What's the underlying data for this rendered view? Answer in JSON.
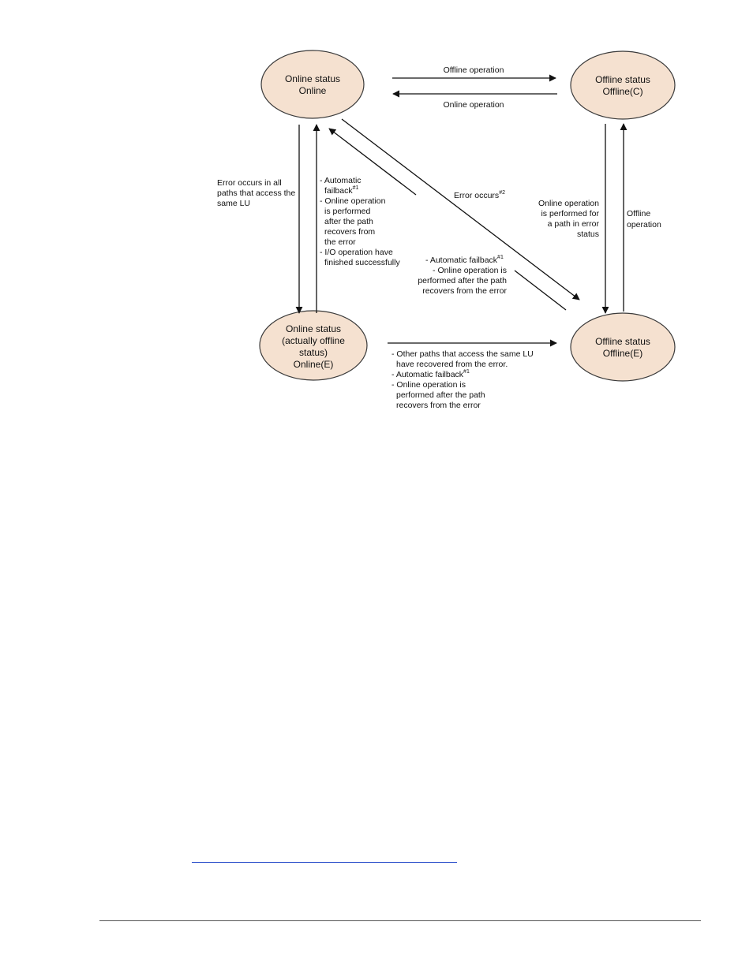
{
  "nodes": {
    "online": {
      "lines": [
        "Online status",
        "Online"
      ]
    },
    "offline_c": {
      "lines": [
        "Offline status",
        "Offline(C)"
      ]
    },
    "online_e": {
      "lines": [
        "Online status",
        "(actually offline",
        "status)",
        "Online(E)"
      ]
    },
    "offline_e": {
      "lines": [
        "Offline status",
        "Offline(E)"
      ]
    }
  },
  "edges": {
    "online_to_offline_c": {
      "label": "Offline operation"
    },
    "offline_c_to_online": {
      "label": "Online operation"
    },
    "online_to_online_e": {
      "lines": [
        "Error occurs in all",
        "paths that access the",
        "same LU"
      ]
    },
    "online_e_to_online": {
      "lines": [
        "- Automatic",
        "failback",
        "- Online operation",
        "is performed",
        "after the path",
        "recovers from",
        "the error",
        "- I/O operation have",
        "finished successfully"
      ],
      "sup": "#1"
    },
    "online_to_offline_e": {
      "label": "Error occurs",
      "sup": "#2"
    },
    "offline_e_to_online": {
      "lines": [
        "- Automatic failback",
        "- Online operation is",
        "performed after the path",
        "recovers from the error"
      ],
      "sup": "#1"
    },
    "offline_e_to_offline_c": {
      "lines": [
        "Offline",
        "operation"
      ]
    },
    "offline_c_to_offline_e": {
      "lines": [
        "Online operation",
        "is performed for",
        "a path in error",
        "status"
      ]
    },
    "online_e_to_offline_e": {
      "lines": [
        "- Other paths that access the  same LU",
        "have recovered from the error.",
        "- Automatic failback",
        "- Online operation is",
        "performed after the path",
        "recovers from the error"
      ],
      "sup": "#1"
    }
  }
}
